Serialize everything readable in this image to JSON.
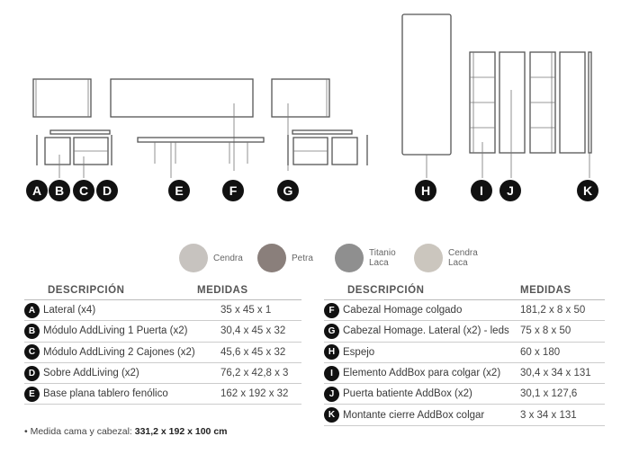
{
  "markers": [
    {
      "id": "marker-a",
      "letter": "A"
    },
    {
      "id": "marker-b",
      "letter": "B"
    },
    {
      "id": "marker-c",
      "letter": "C"
    },
    {
      "id": "marker-d",
      "letter": "D"
    },
    {
      "id": "marker-e",
      "letter": "E"
    },
    {
      "id": "marker-f",
      "letter": "F"
    },
    {
      "id": "marker-g",
      "letter": "G"
    },
    {
      "id": "marker-h",
      "letter": "H"
    },
    {
      "id": "marker-i",
      "letter": "I"
    },
    {
      "id": "marker-j",
      "letter": "J"
    },
    {
      "id": "marker-k",
      "letter": "K"
    }
  ],
  "swatches": [
    {
      "label": "Cendra",
      "color": "#c7c3bf"
    },
    {
      "label": "Petra",
      "color": "#8a7f7b"
    },
    {
      "label": "Titanio\nLaca",
      "color": "#8f8f8f"
    },
    {
      "label": "Cendra\nLaca",
      "color": "#cbc6be"
    }
  ],
  "left_table": {
    "col_desc": "DESCRIPCIÓN",
    "col_meas": "MEDIDAS",
    "rows": [
      {
        "letter": "A",
        "desc": "Lateral (x4)",
        "meas": "35 x 45 x 1"
      },
      {
        "letter": "B",
        "desc": "Módulo AddLiving 1 Puerta (x2)",
        "meas": "30,4 x 45 x 32"
      },
      {
        "letter": "C",
        "desc": "Módulo AddLiving 2 Cajones (x2)",
        "meas": "45,6 x 45 x 32"
      },
      {
        "letter": "D",
        "desc": "Sobre AddLiving (x2)",
        "meas": "76,2 x 42,8 x 3"
      },
      {
        "letter": "E",
        "desc": "Base plana tablero fenólico",
        "meas": "162 x 192 x 32"
      }
    ]
  },
  "right_table": {
    "col_desc": "DESCRIPCIÓN",
    "col_meas": "MEDIDAS",
    "rows": [
      {
        "letter": "F",
        "desc": "Cabezal Homage colgado",
        "meas": "181,2 x 8 x 50"
      },
      {
        "letter": "G",
        "desc": "Cabezal Homage. Lateral (x2) - leds",
        "meas": "75 x 8 x 50"
      },
      {
        "letter": "H",
        "desc": "Espejo",
        "meas": "60 x 180"
      },
      {
        "letter": "I",
        "desc": "Elemento AddBox para colgar (x2)",
        "meas": "30,4 x 34 x 131"
      },
      {
        "letter": "J",
        "desc": "Puerta batiente AddBox (x2)",
        "meas": "30,1 x 127,6"
      },
      {
        "letter": "K",
        "desc": "Montante cierre AddBox colgar",
        "meas": "3 x 34 x 131"
      }
    ]
  },
  "footnote": {
    "prefix": "• Medida cama y cabezal: ",
    "value": "331,2 x 192 x 100 cm"
  }
}
